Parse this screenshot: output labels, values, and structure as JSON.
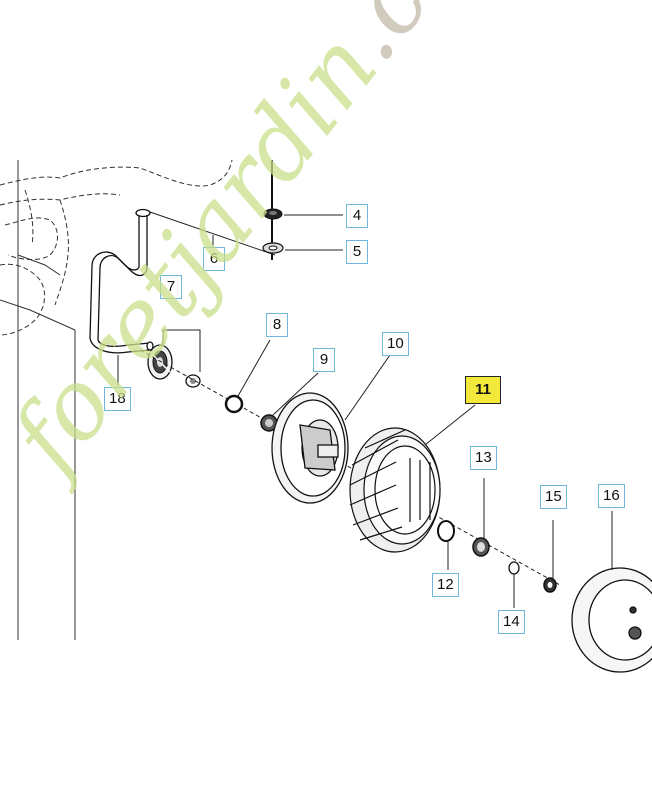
{
  "watermark": {
    "prefix": "foret",
    "middle": "jardin",
    "suffix": ".com",
    "prefix_color": "#c9e08a",
    "middle_color": "#c9e08a",
    "suffix_color": "#c8c2b2"
  },
  "callouts": [
    {
      "id": "part-4",
      "label": "4"
    },
    {
      "id": "part-5",
      "label": "5"
    },
    {
      "id": "part-6",
      "label": "6"
    },
    {
      "id": "part-7",
      "label": "7"
    },
    {
      "id": "part-8",
      "label": "8"
    },
    {
      "id": "part-9",
      "label": "9"
    },
    {
      "id": "part-10",
      "label": "10"
    },
    {
      "id": "part-11",
      "label": "11"
    },
    {
      "id": "part-12",
      "label": "12"
    },
    {
      "id": "part-13",
      "label": "13"
    },
    {
      "id": "part-14",
      "label": "14"
    },
    {
      "id": "part-15",
      "label": "15"
    },
    {
      "id": "part-16",
      "label": "16"
    },
    {
      "id": "part-18",
      "label": "18"
    }
  ],
  "colors": {
    "line": "#1a1a1a",
    "callout_border": "#6fb7dd",
    "highlight": "#f3e93a"
  }
}
